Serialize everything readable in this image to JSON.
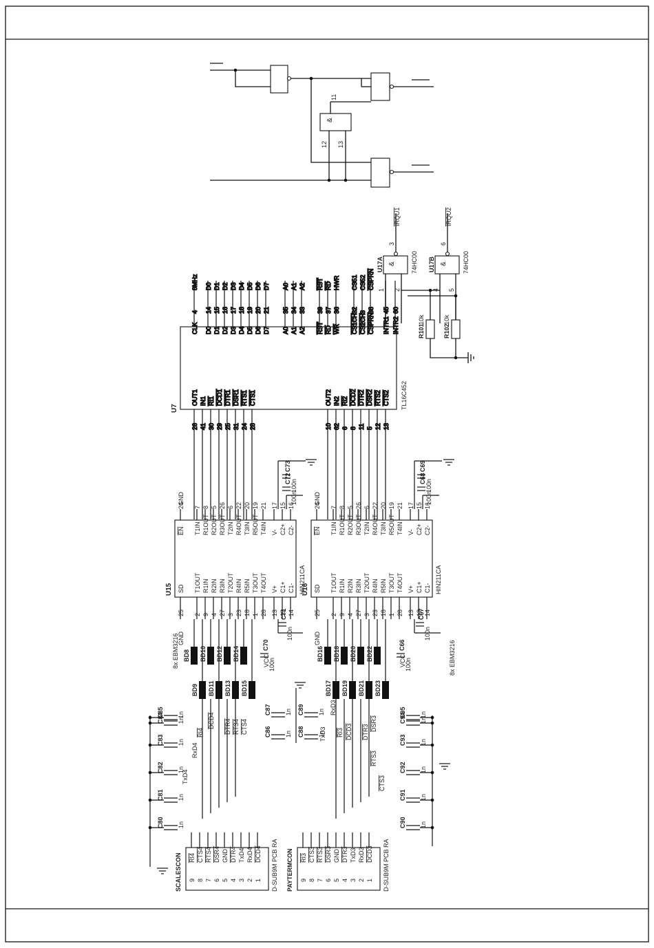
{
  "colors": {
    "ink": "#111111",
    "paper": "#ffffff"
  },
  "logic": {
    "and_gate": {
      "symbol": "&",
      "pin_out": "11",
      "pin_a": "12",
      "pin_b": "13"
    },
    "u17a": {
      "name": "U17A",
      "type": "74HC00",
      "symbol": "&",
      "pins": [
        "1",
        "2",
        "3"
      ],
      "out": "IRQU1"
    },
    "u17b": {
      "name": "U17B",
      "type": "74HC00",
      "symbol": "&",
      "pins": [
        "4",
        "5",
        "6"
      ],
      "out": "IRQU2"
    },
    "r101": {
      "name": "R101",
      "value": "10k"
    },
    "r102": {
      "name": "R102",
      "value": "10k"
    }
  },
  "u7": {
    "name": "U7",
    "part": "TL16C452",
    "pins": [
      {
        "sig": "CLK",
        "num": "4",
        "net": "8MHz"
      },
      {
        "sig": "D0",
        "num": "14",
        "net": "D0"
      },
      {
        "sig": "D1",
        "num": "15",
        "net": "D1"
      },
      {
        "sig": "D2",
        "num": "16",
        "net": "D2"
      },
      {
        "sig": "D3",
        "num": "17",
        "net": "D3"
      },
      {
        "sig": "D4",
        "num": "18",
        "net": "D4"
      },
      {
        "sig": "D5",
        "num": "19",
        "net": "D5"
      },
      {
        "sig": "D6",
        "num": "20",
        "net": "D6"
      },
      {
        "sig": "D7",
        "num": "21",
        "net": "D7"
      },
      {
        "sig": "A0",
        "num": "35",
        "net": "A0"
      },
      {
        "sig": "A1",
        "num": "34",
        "net": "A1"
      },
      {
        "sig": "A2",
        "num": "33",
        "net": "A2"
      },
      {
        "sig": "RST",
        "num": "39",
        "net": "RST"
      },
      {
        "sig": "RD",
        "num": "37",
        "net": "RD"
      },
      {
        "sig": "WR",
        "num": "36",
        "net": "HWR"
      },
      {
        "sig": "CS1CH",
        "num": "32",
        "net": "CS51"
      },
      {
        "sig": "CS2CH",
        "num": "3",
        "net": "CS52"
      },
      {
        "sig": "CSPRN",
        "num": "38",
        "net": "CSPRN"
      },
      {
        "sig": "INTR1",
        "num": "45",
        "net": ""
      },
      {
        "sig": "INTR2",
        "num": "60",
        "net": ""
      }
    ],
    "uart1": [
      {
        "sig": "OUT1",
        "num": "26"
      },
      {
        "sig": "IN1",
        "num": "41"
      },
      {
        "sig": "RI1",
        "num": "30"
      },
      {
        "sig": "DCD1",
        "num": "29"
      },
      {
        "sig": "DTR1",
        "num": "25"
      },
      {
        "sig": "DSR1",
        "num": "31"
      },
      {
        "sig": "RTS1",
        "num": "24"
      },
      {
        "sig": "CTS1",
        "num": "28"
      }
    ],
    "uart2": [
      {
        "sig": "OUT2",
        "num": "10"
      },
      {
        "sig": "IN2",
        "num": "62"
      },
      {
        "sig": "RI2",
        "num": "6"
      },
      {
        "sig": "DCD2",
        "num": "8"
      },
      {
        "sig": "DTR2",
        "num": "11"
      },
      {
        "sig": "DSR2",
        "num": "5"
      },
      {
        "sig": "RTS2",
        "num": "12"
      },
      {
        "sig": "CTS2",
        "num": "13"
      }
    ]
  },
  "hin": {
    "part": "HIN211CA",
    "top_pins": [
      {
        "sig": "EN",
        "num": "24"
      },
      {
        "sig": "T1IN",
        "num": "7"
      },
      {
        "sig": "R1OUT",
        "num": "8"
      },
      {
        "sig": "R2OUT",
        "num": "5"
      },
      {
        "sig": "R3OUT",
        "num": "26"
      },
      {
        "sig": "T2IN",
        "num": "6"
      },
      {
        "sig": "R4OUT",
        "num": "22"
      },
      {
        "sig": "T3IN",
        "num": "20"
      },
      {
        "sig": "R5OUT",
        "num": "19"
      },
      {
        "sig": "T4IN",
        "num": "21"
      },
      {
        "sig": "V-",
        "num": "17"
      },
      {
        "sig": "C2+",
        "num": "15"
      },
      {
        "sig": "C2-",
        "num": "16"
      }
    ],
    "bottom_pins": [
      {
        "sig": "SD",
        "num": "25"
      },
      {
        "sig": "T1OUT",
        "num": "2"
      },
      {
        "sig": "R1IN",
        "num": "9"
      },
      {
        "sig": "R2IN",
        "num": "4"
      },
      {
        "sig": "R3IN",
        "num": "27"
      },
      {
        "sig": "T2OUT",
        "num": "3"
      },
      {
        "sig": "R4IN",
        "num": "23"
      },
      {
        "sig": "R5IN",
        "num": "18"
      },
      {
        "sig": "T3OUT",
        "num": "1"
      },
      {
        "sig": "T4OUT",
        "num": "28"
      },
      {
        "sig": "V+",
        "num": "13"
      },
      {
        "sig": "C1+",
        "num": "12"
      },
      {
        "sig": "C1-",
        "num": "14"
      }
    ],
    "u15": {
      "name": "U15",
      "gnd": "GND",
      "vcc": "VCC",
      "caps": {
        "c70": "C70",
        "c70v": "100n",
        "c71": "C71",
        "c71v": "100n",
        "c72": "C72",
        "c72v": "100n",
        "c73": "C73",
        "c73v": "100n"
      }
    },
    "u16": {
      "name": "U16",
      "gnd": "GND",
      "vcc": "VCC",
      "caps": {
        "c66": "C66",
        "c66v": "100n",
        "c67": "C67",
        "c67v": "100n",
        "c68": "C68",
        "c68v": "100n",
        "c69": "C69",
        "c69v": "100n"
      }
    }
  },
  "beads": {
    "left_label": "8x EBM3216",
    "right_label": "8x EBM3216",
    "left": [
      "BD8",
      "BD9",
      "BD10",
      "BD11",
      "BD12",
      "BD13",
      "BD14",
      "BD15"
    ],
    "right": [
      "BD16",
      "BD17",
      "BD18",
      "BD19",
      "BD20",
      "BD21",
      "BD22",
      "BD23"
    ]
  },
  "filter_caps": {
    "left": [
      "C80",
      "C81",
      "C82",
      "C83",
      "C84",
      "C85"
    ],
    "right": [
      "C90",
      "C91",
      "C92",
      "C93",
      "C94",
      "C95"
    ],
    "middle": [
      "C86",
      "C87",
      "C88",
      "C89"
    ],
    "value": "1n"
  },
  "nets": {
    "left": [
      "RI4",
      "RxD4",
      "TxD4",
      "DCD4",
      "DTR4",
      "RTS4",
      "CTS4"
    ],
    "right": [
      "RI3",
      "RxD3",
      "TxD3",
      "DCD3",
      "DTR3",
      "DSR3",
      "RTS3",
      "CTS3"
    ]
  },
  "connectors": {
    "scale": {
      "name": "SCALESCON",
      "part": "D-SUB9M PCB RA",
      "pins": [
        {
          "num": "9",
          "sig": "RI4"
        },
        {
          "num": "8",
          "sig": "CTS4"
        },
        {
          "num": "7",
          "sig": "RTS4"
        },
        {
          "num": "6",
          "sig": "DSR4"
        },
        {
          "num": "5",
          "sig": "GND"
        },
        {
          "num": "4",
          "sig": "DTR4"
        },
        {
          "num": "3",
          "sig": "TxD4"
        },
        {
          "num": "2",
          "sig": "RxD4"
        },
        {
          "num": "1",
          "sig": "DCD4"
        }
      ]
    },
    "payterm": {
      "name": "PAYTERMCON",
      "part": "D-SUB9M PCB RA",
      "pins": [
        {
          "num": "9",
          "sig": "RI3"
        },
        {
          "num": "8",
          "sig": "CTS3"
        },
        {
          "num": "7",
          "sig": "RTS3"
        },
        {
          "num": "6",
          "sig": "DSR3"
        },
        {
          "num": "5",
          "sig": "GND"
        },
        {
          "num": "4",
          "sig": "DTR3"
        },
        {
          "num": "3",
          "sig": "TxD3"
        },
        {
          "num": "2",
          "sig": "RxD3"
        },
        {
          "num": "1",
          "sig": "DCD3"
        }
      ]
    }
  }
}
